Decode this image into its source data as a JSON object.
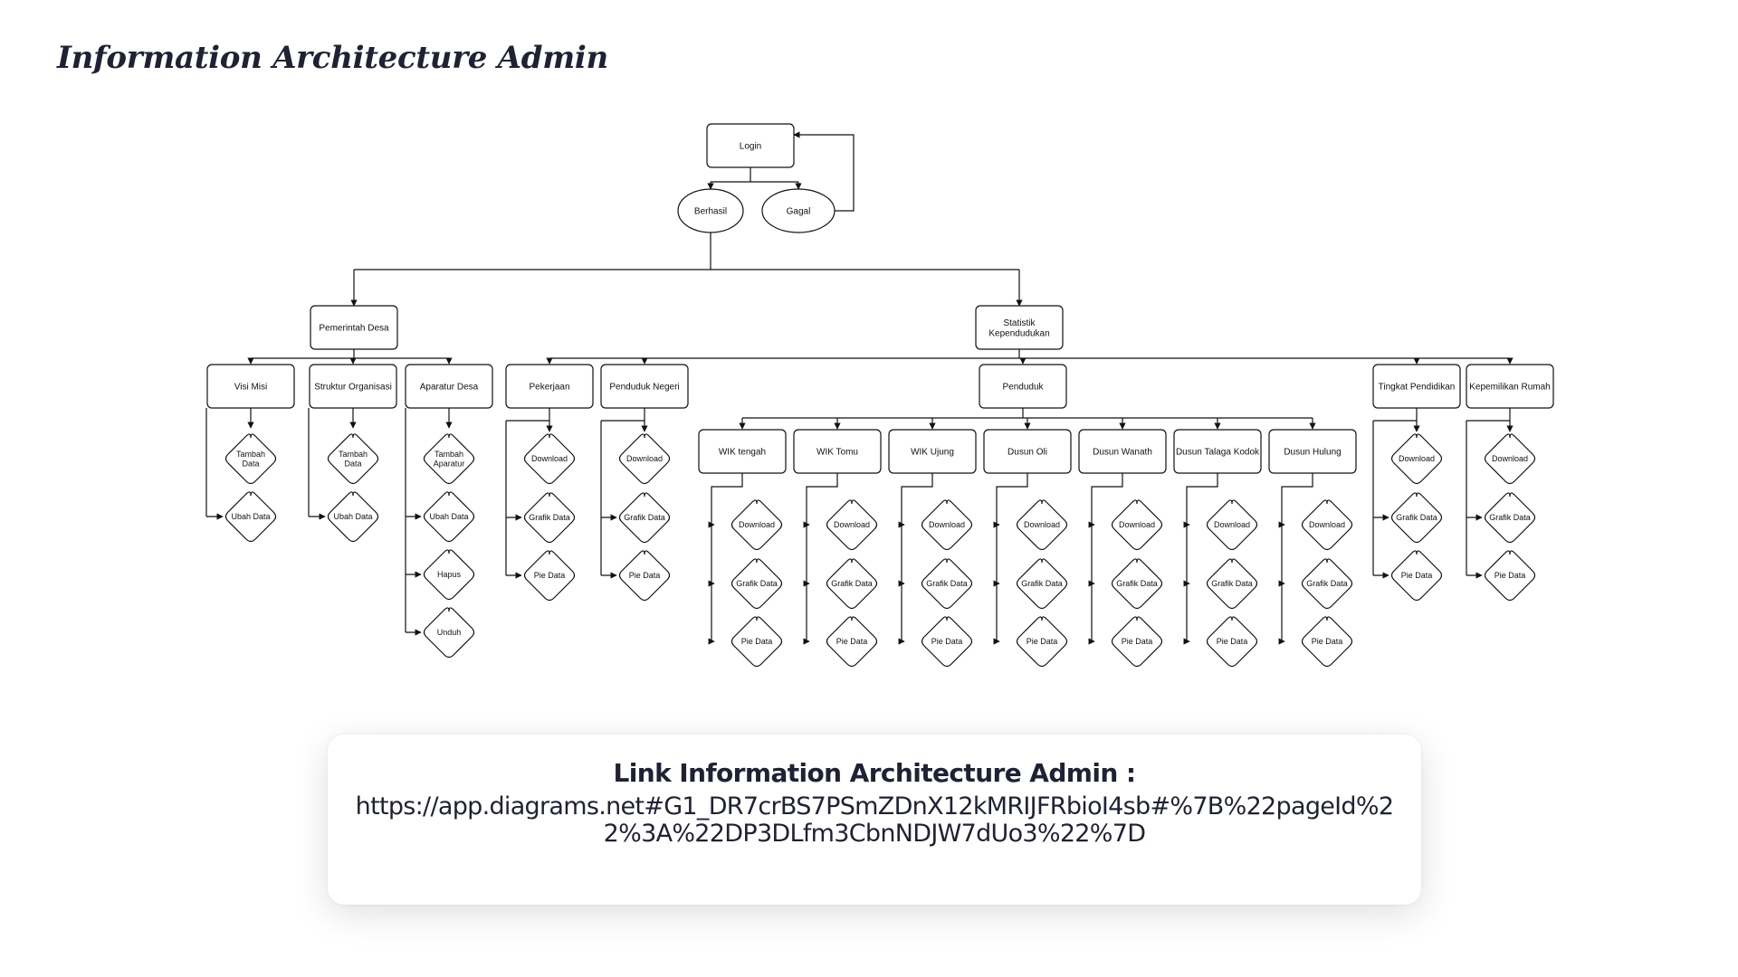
{
  "title": "Information Architecture Admin",
  "diagram": {
    "login": "Login",
    "berhasil": "Berhasil",
    "gagal": "Gagal",
    "pemerintah_desa": "Pemerintah Desa",
    "statistik_kependudukan": "Statistik Kependudukan",
    "visi_misi": "Visi Misi",
    "struktur_organisasi": "Struktur Organisasi",
    "aparatur_desa": "Aparatur Desa",
    "pekerjaan": "Pekerjaan",
    "penduduk_negeri": "Penduduk Negeri",
    "penduduk": "Penduduk",
    "tingkat_pendidikan": "Tingkat Pendidikan",
    "kepemilikan_rumah": "Kepemilikan Rumah",
    "tambah_data": "Tambah Data",
    "tambah_aparatur": "Tambah Aparatur",
    "ubah_data": "Ubah Data",
    "hapus": "Hapus",
    "unduh": "Unduh",
    "download": "Download",
    "grafik_data": "Grafik Data",
    "pie_data": "Pie Data",
    "dusun": [
      "WIK tengah",
      "WIK Tomu",
      "WIK Ujung",
      "Dusun Oli",
      "Dusun Wanath",
      "Dusun Talaga Kodok",
      "Dusun Hulung"
    ]
  },
  "link_card": {
    "heading": "Link Information Architecture Admin :",
    "url": "https://app.diagrams.net#G1_DR7crBS7PSmZDnX12kMRIJFRbioI4sb#%7B%22pageId%22%3A%22DP3DLfm3CbnNDJW7dUo3%22%7D"
  }
}
